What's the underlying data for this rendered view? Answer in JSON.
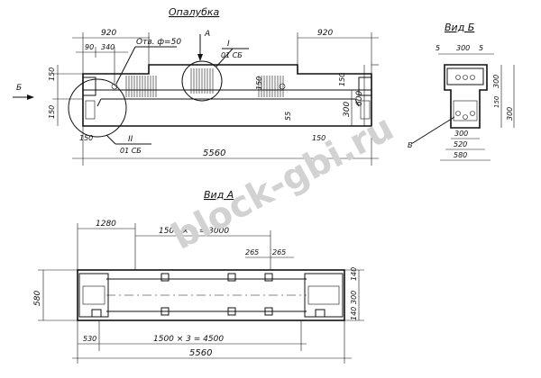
{
  "titles": {
    "formwork": "Опалубка",
    "view_b": "Вид Б",
    "view_a": "Вид А"
  },
  "view_markers": {
    "a": "А",
    "b": "Б"
  },
  "callouts": {
    "hole_note": "Отв. ф=50",
    "node1_num": "I",
    "node1_sheet": "01 СБ",
    "node2_num": "II",
    "node2_sheet": "01 СБ",
    "item_b": "Б"
  },
  "dims_formwork": {
    "left_920": "920",
    "right_920": "920",
    "d90": "90",
    "d340": "340",
    "d150_top": "150",
    "d150_mid": "150",
    "d150_bot": "150",
    "d150_right_bot": "150",
    "d150_inner": "150",
    "d150_right": "150",
    "d55": "55",
    "h300": "300",
    "h600": "600",
    "total_5560": "5560"
  },
  "dims_view_b": {
    "d5_left": "5",
    "d300_top": "300",
    "d5_right": "5",
    "h300_top": "300",
    "h150": "150",
    "h300_bot": "300",
    "w300": "300",
    "w520": "520",
    "w580": "580"
  },
  "dims_view_a": {
    "d1280": "1280",
    "span_top": "1500 × 2 = 3000",
    "d265_left": "265",
    "d265_right": "265",
    "left_580": "580",
    "r140_top": "140",
    "r300": "300",
    "r140_bot": "140",
    "d530": "530",
    "span_bottom": "1500 × 3 = 4500",
    "total_5560": "5560"
  },
  "watermark": "block-gbi.ru"
}
